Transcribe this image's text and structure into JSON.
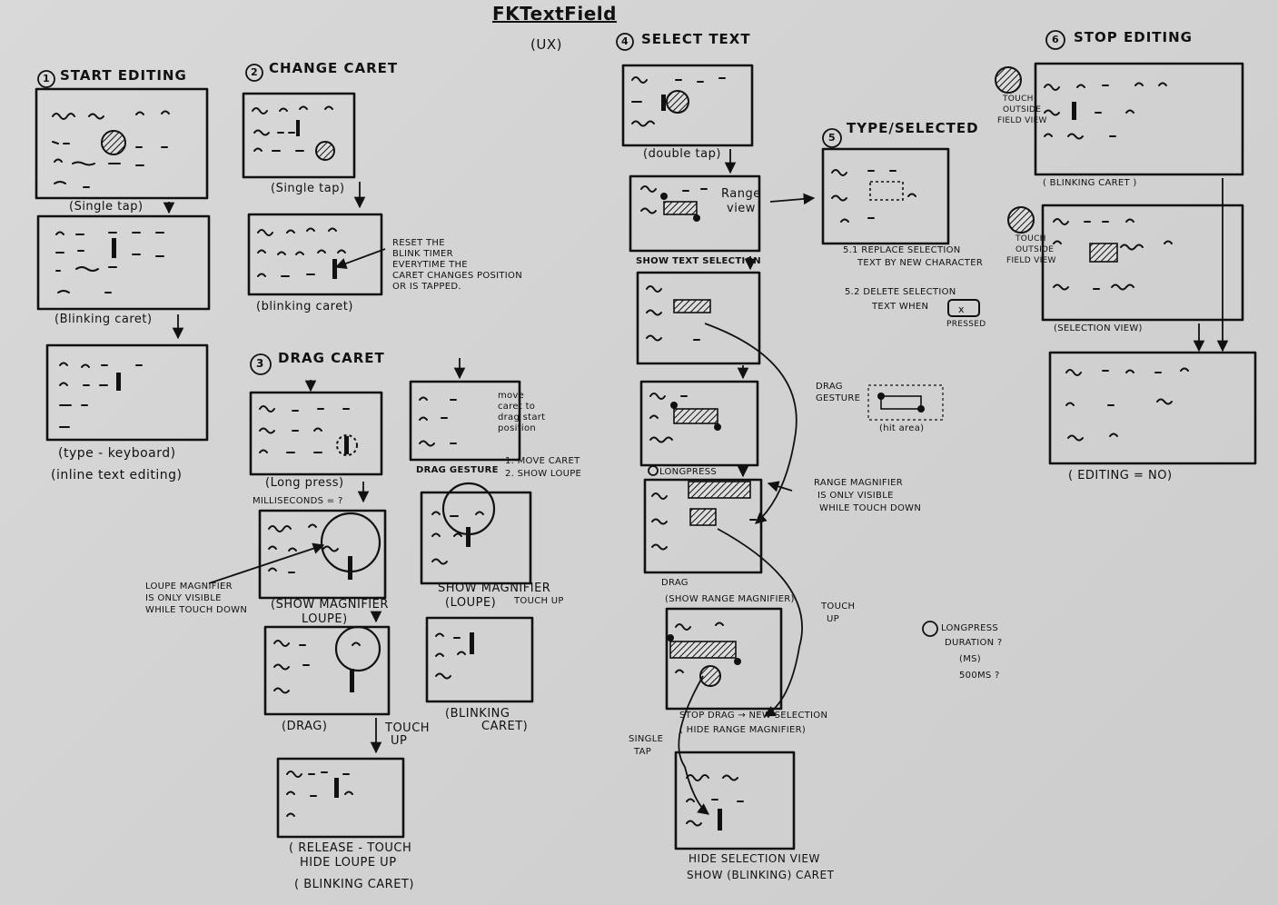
{
  "title": "FKTextField",
  "subtitle": "(UX)",
  "sections": {
    "s1": {
      "num": "1",
      "label": "START EDITING"
    },
    "s2": {
      "num": "2",
      "label": "CHANGE CARET"
    },
    "s3": {
      "num": "3",
      "label": "DRAG CARET"
    },
    "s4": {
      "num": "4",
      "label": "SELECT TEXT"
    },
    "s5": {
      "num": "5",
      "label": "TYPE/SELECTED"
    },
    "s6": {
      "num": "6",
      "label": "STOP EDITING"
    }
  },
  "captions": {
    "single_tap_1": "(Single tap)",
    "blinking_caret_1": "(Blinking caret)",
    "type_keyboard": "(type - keyboard)",
    "inline_editing": "(inline text editing)",
    "single_tap_2": "(Single tap)",
    "blinking_caret_2": "(blinking caret)",
    "reset_timer": [
      "RESET THE",
      "BLINK TIMER",
      "EVERYTIME THE",
      "CARET CHANGES POSITION",
      "OR IS TAPPED."
    ],
    "long_press": "(Long press)",
    "milliseconds": "MILLISECONDS = ?",
    "drag_gesture_3": "DRAG GESTURE",
    "move_caret_note": [
      "move",
      "caret to",
      "drag start",
      "position"
    ],
    "move_caret": "1. MOVE CARET",
    "show_loupe": "2. SHOW LOUPE",
    "show_magnifier_loupe": [
      "(SHOW MAGNIFIER",
      "LOUPE)"
    ],
    "show_magnifier_loupe_2": [
      "SHOW MAGNIFIER",
      "(LOUPE)"
    ],
    "touch_up_small": "TOUCH UP",
    "loupe_visible": [
      "LOUPE MAGNIFIER",
      "IS ONLY VISIBLE",
      "WHILE TOUCH DOWN"
    ],
    "drag_3": "(DRAG)",
    "touch_up_3": [
      "TOUCH",
      "UP"
    ],
    "blinking_caret_3": [
      "(BLINKING",
      "CARET)"
    ],
    "release_touch": [
      "( RELEASE - TOUCH",
      "HIDE LOUPE UP"
    ],
    "blinking_caret_4": "( BLINKING CARET)",
    "double_tap": "(double tap)",
    "range_view": [
      "Range",
      "view"
    ],
    "show_text_selection": "SHOW TEXT SELECTION",
    "drag_gesture_4": [
      "DRAG",
      "GESTURE"
    ],
    "hit_area": "(hit area)",
    "longpress_label": "LONGPRESS",
    "range_magnifier": [
      "RANGE MAGNIFIER",
      "IS ONLY VISIBLE",
      "WHILE TOUCH DOWN"
    ],
    "drag_range": "DRAG",
    "show_range_magnifier": "(SHOW RANGE MAGNIFIER)",
    "touch_up_4": [
      "TOUCH",
      "UP"
    ],
    "stop_drag": [
      "STOP DRAG → NEW SELECTION",
      "( HIDE RANGE MAGNIFIER)"
    ],
    "single_tap_4": [
      "SINGLE",
      "TAP"
    ],
    "hide_selection": [
      "HIDE SELECTION VIEW",
      "SHOW (BLINKING) CARET"
    ],
    "replace_selection": [
      "5.1 REPLACE SELECTION",
      "TEXT BY NEW CHARACTER"
    ],
    "delete_selection": [
      "5.2 DELETE SELECTION",
      "TEXT WHEN"
    ],
    "pressed": "PRESSED",
    "longpress_duration": [
      "LONGPRESS",
      "DURATION ?",
      "(MS)",
      "500MS ?"
    ],
    "touch_outside_1": [
      "TOUCH",
      "OUTSIDE",
      "FIELD VIEW"
    ],
    "touch_outside_2": [
      "TOUCH",
      "OUTSIDE",
      "FIELD VIEW"
    ],
    "blinking_caret_6": "( BLINKING CARET )",
    "selection_view": "(SELECTION VIEW)",
    "editing_no": "( EDITING = NO)"
  }
}
